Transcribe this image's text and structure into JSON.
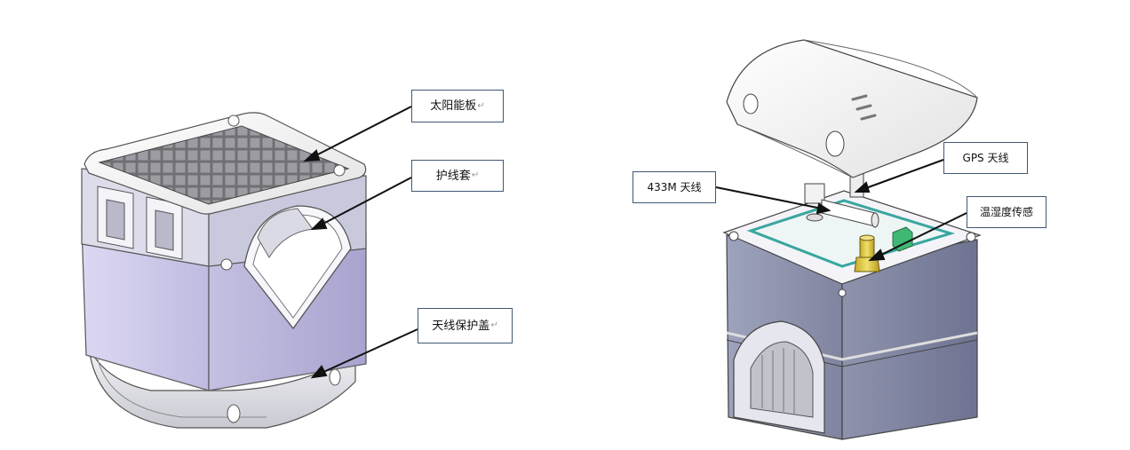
{
  "left_figure": {
    "labels": {
      "solar_panel": "太阳能板",
      "wire_sleeve": "护线套",
      "antenna_cover": "天线保护盖"
    },
    "paragraph_mark": "↵"
  },
  "right_figure": {
    "labels": {
      "gps_antenna": "GPS 天线",
      "antenna_433m": "433M 天线",
      "temp_humidity_sensor": "温湿度传感"
    }
  },
  "colors": {
    "callout_border": "#3f5873",
    "body_lavender": "#c9c5e6",
    "body_blue_gray": "#7c819c",
    "seal_teal": "#3aa6a0",
    "sensor_gold": "#d9c34a"
  }
}
